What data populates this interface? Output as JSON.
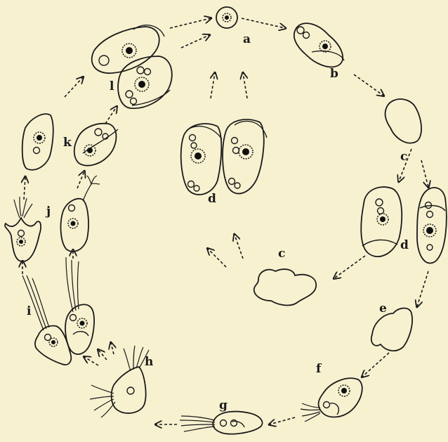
{
  "labels": {
    "a": "a",
    "b": "b",
    "c_right": "c",
    "c_center": "c",
    "d_center": "d",
    "d_right": "d",
    "e": "e",
    "f": "f",
    "g": "g",
    "h": "h",
    "i": "i",
    "j": "j",
    "k": "k",
    "l": "l"
  },
  "colors": {
    "background": "#f7f1d0",
    "ink": "#1a1a1a"
  }
}
